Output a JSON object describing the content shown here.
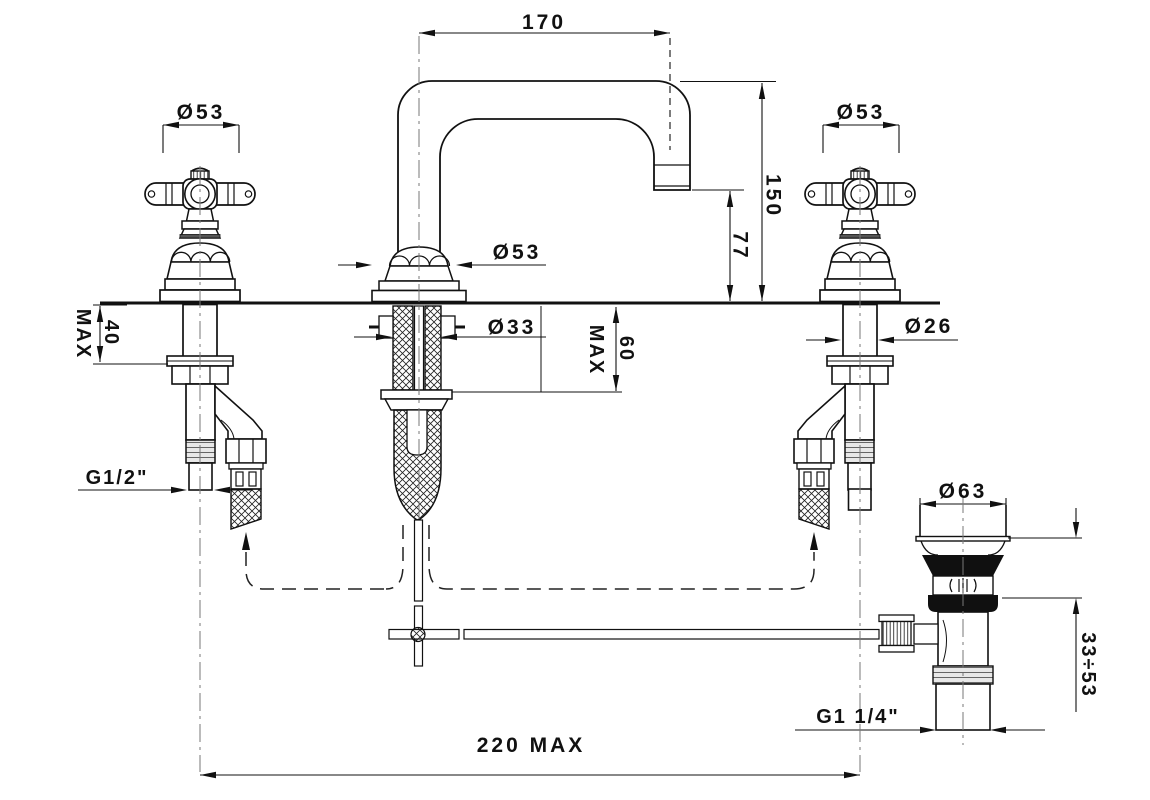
{
  "drawing": {
    "type": "technical-dimension-drawing",
    "subject": "3-hole basin faucet with cross handles and pop-up waste",
    "line_color": "#111111",
    "background": "#ffffff",
    "dimensions": {
      "spout_reach": "170",
      "handle_diameter_left": "Ø53",
      "handle_diameter_right": "Ø53",
      "spout_height": "150",
      "spout_outlet_height": "77",
      "spout_base_diameter": "Ø53",
      "spout_shank_diameter": "Ø33",
      "deck_max_left_label": "MAX",
      "deck_max_left_value": "40",
      "deck_max_center_label": "MAX",
      "deck_max_center_value": "60",
      "valve_shank_diameter": "Ø26",
      "supply_thread": "G1/2\"",
      "drain_flange_diameter": "Ø63",
      "drain_clamp_range": "33÷53",
      "drain_thread": "G1 1/4\"",
      "handle_spacing": "220 MAX"
    }
  }
}
